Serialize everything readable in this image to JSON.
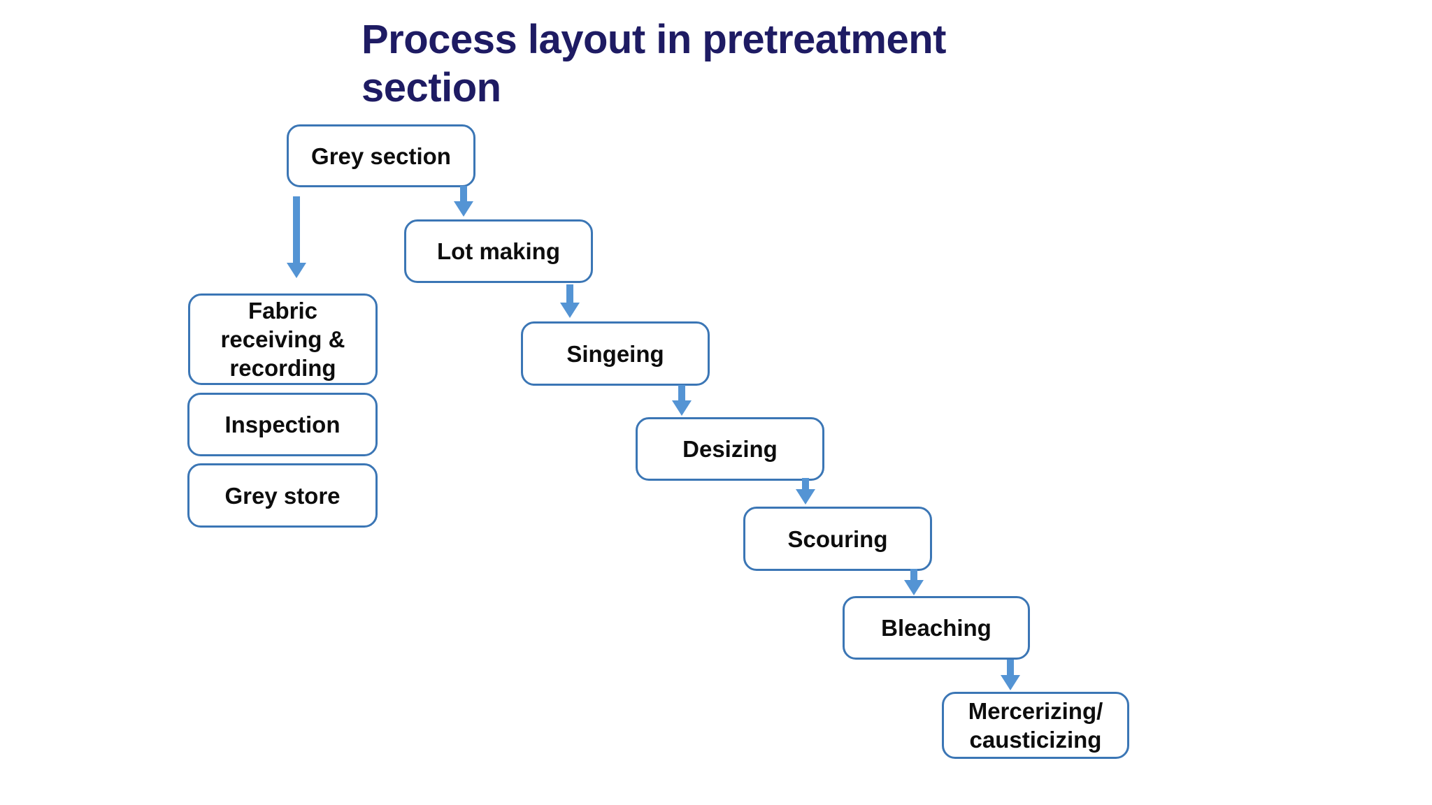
{
  "title": "Process layout in pretreatment\nsection",
  "diagram": {
    "type": "flowchart",
    "nodes": [
      {
        "id": "grey-section",
        "label": "Grey section"
      },
      {
        "id": "lot-making",
        "label": "Lot making"
      },
      {
        "id": "fabric-receiving",
        "label": "Fabric\nreceiving &\nrecording"
      },
      {
        "id": "inspection",
        "label": "Inspection"
      },
      {
        "id": "grey-store",
        "label": "Grey store"
      },
      {
        "id": "singeing",
        "label": "Singeing"
      },
      {
        "id": "desizing",
        "label": "Desizing"
      },
      {
        "id": "scouring",
        "label": "Scouring"
      },
      {
        "id": "bleaching",
        "label": "Bleaching"
      },
      {
        "id": "mercerizing",
        "label": "Mercerizing/\ncausticizing"
      }
    ],
    "edges": [
      {
        "from": "Grey section",
        "to": "Fabric receiving & recording"
      },
      {
        "from": "Grey section",
        "to": "Lot making"
      },
      {
        "from": "Lot making",
        "to": "Singeing"
      },
      {
        "from": "Singeing",
        "to": "Desizing"
      },
      {
        "from": "Desizing",
        "to": "Scouring"
      },
      {
        "from": "Scouring",
        "to": "Bleaching"
      },
      {
        "from": "Bleaching",
        "to": "Mercerizing/causticizing"
      }
    ],
    "colors": {
      "background": "#ffffff",
      "title_text": "#1e1b63",
      "node_border": "#3b76b5",
      "node_fill": "#ffffff",
      "node_text": "#0d0d0d",
      "arrow": "#5494d4"
    }
  }
}
